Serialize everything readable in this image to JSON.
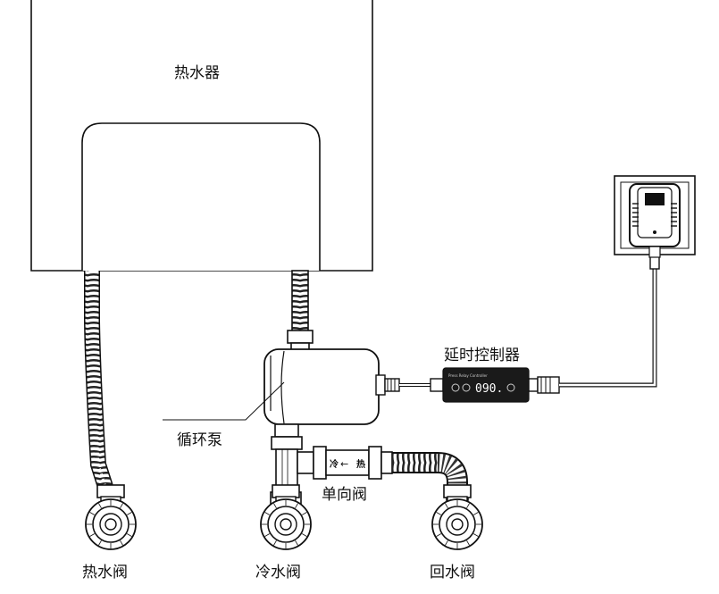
{
  "labels": {
    "water_heater": "热水器",
    "circulation_pump": "循环泵",
    "delay_controller": "延时控制器",
    "check_valve": "单向阀",
    "hot_water_valve": "热水阀",
    "cold_water_valve": "冷水阀",
    "return_water_valve": "回水阀"
  },
  "controller": {
    "display_value": "090.",
    "brand_text": "Press Relay Controller"
  },
  "check_valve_marks": {
    "left": "冷",
    "arrow": "←",
    "right": "热"
  },
  "colors": {
    "line": "#111111",
    "controller_body": "#1a1a1a",
    "background": "#ffffff"
  }
}
